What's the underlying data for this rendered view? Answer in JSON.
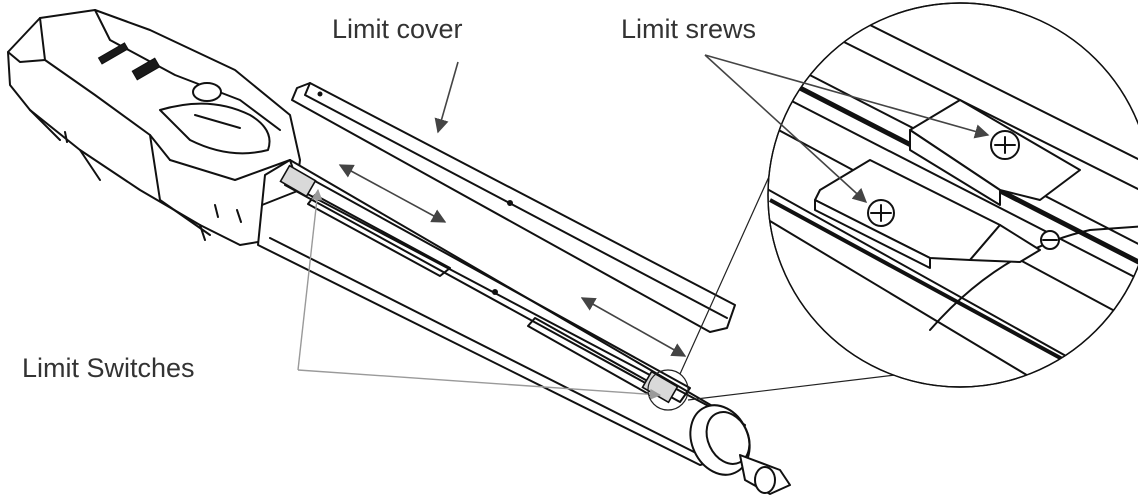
{
  "labels": {
    "limit_cover": "Limit cover",
    "limit_screws": "Limit srews",
    "limit_switches": "Limit Switches"
  },
  "colors": {
    "label_text": "#333333",
    "line_art": "#111111",
    "leader_gray": "#9a9a9a",
    "background": "#ffffff"
  }
}
